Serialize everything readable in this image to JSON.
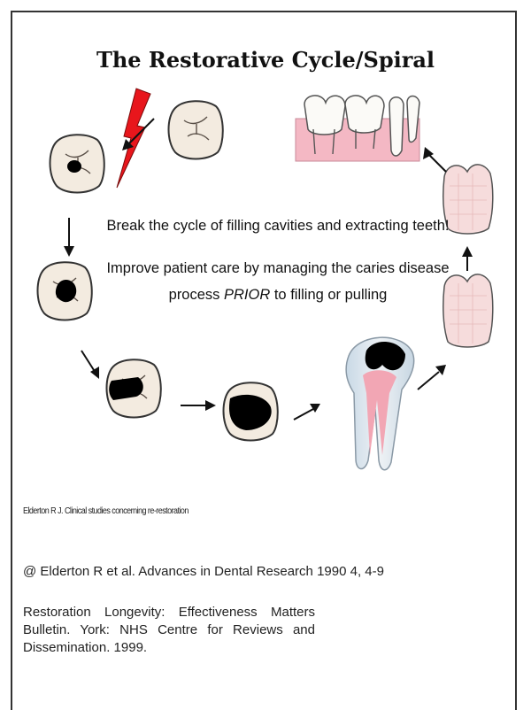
{
  "title": "The Restorative Cycle/Spiral",
  "message_line1": "Break the cycle of filling cavities and extracting teeth!",
  "message_line2": "Improve patient care by managing the caries disease",
  "message_line3_pre": "process ",
  "message_line3_em": "PRIOR",
  "message_line3_post": " to filling or pulling",
  "caption": "Elderton R J. Clinical studies concerning re-restoration",
  "reference1": "@ Elderton R et al. Advances in Dental Research 1990 4, 4-9",
  "reference2": "Restoration Longevity: Effectiveness Matters Bulletin. York: NHS Centre for Reviews and Dissemination. 1999.",
  "icons": [
    "healthy-tooth-icon",
    "carious-tooth-icon",
    "filled-tooth-icon",
    "root-canal-tooth-icon",
    "crowned-tooth-icon",
    "dental-bridge-icon",
    "lightning-bolt-icon",
    "cycle-arrow-icon"
  ],
  "colors": {
    "tooth": "#f3ebe0",
    "cavity": "#000000",
    "gum": "#f4b8c4",
    "lightning": "#e8161c",
    "crown": "#f6d9d9",
    "pulp": "#f2a6b4"
  }
}
